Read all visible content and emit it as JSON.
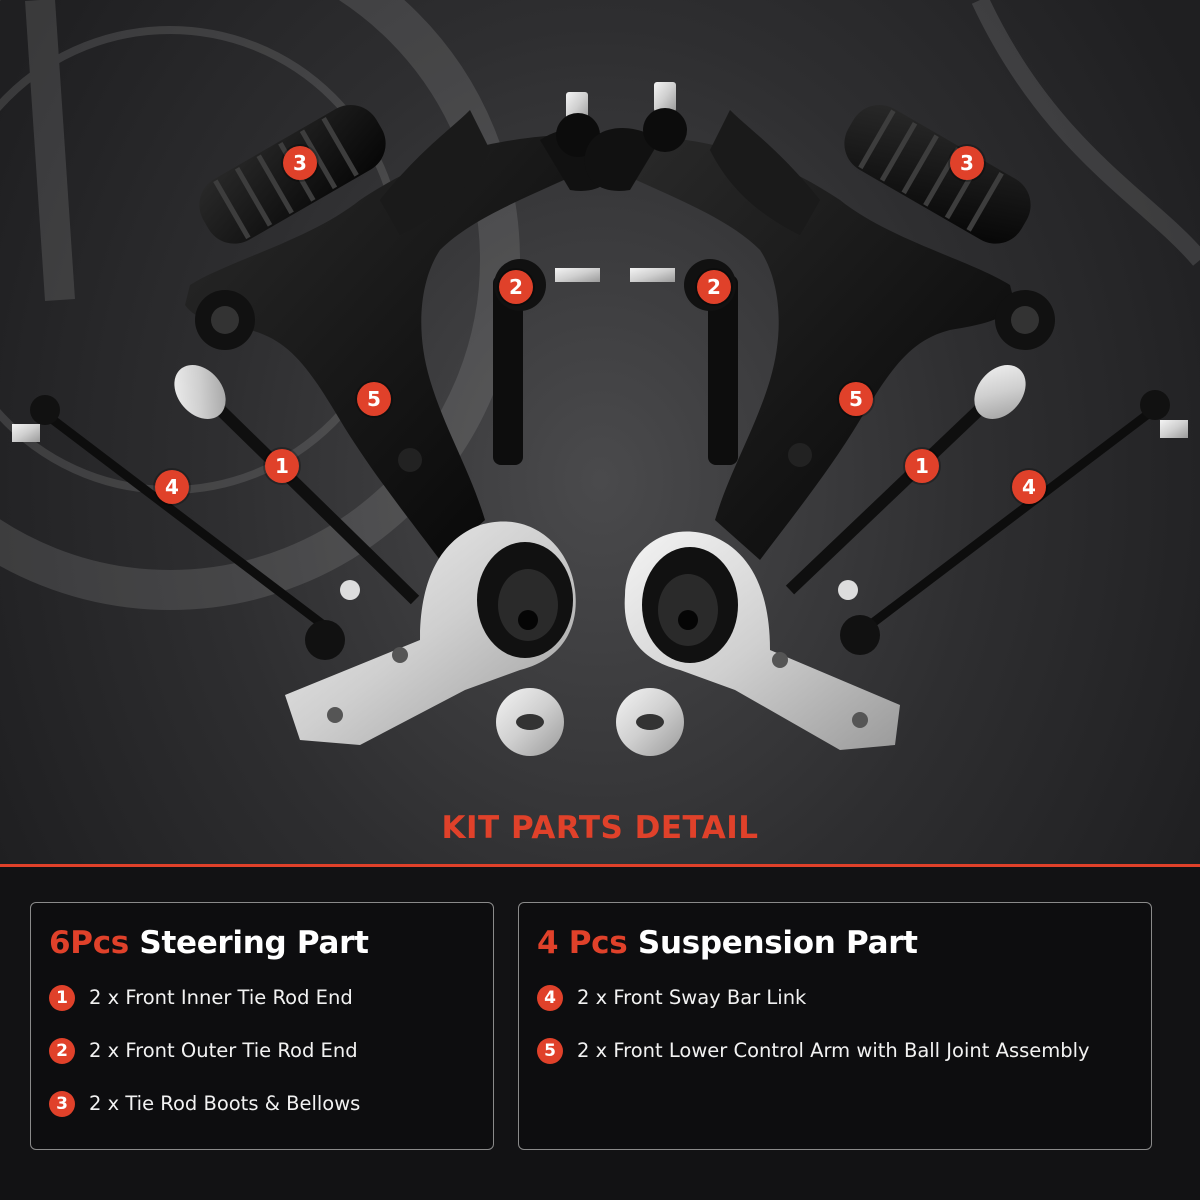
{
  "section_title": "KIT PARTS DETAIL",
  "photo_badges": [
    "3",
    "3",
    "2",
    "2",
    "5",
    "5",
    "1",
    "1",
    "4",
    "4"
  ],
  "panels": {
    "steering": {
      "count": "6Pcs",
      "name": "Steering Part",
      "items": [
        {
          "num": "1",
          "text": "2 x Front Inner Tie Rod End"
        },
        {
          "num": "2",
          "text": "2 x Front Outer Tie Rod End"
        },
        {
          "num": "3",
          "text": "2 x Tie Rod Boots & Bellows"
        }
      ]
    },
    "suspension": {
      "count": "4 Pcs",
      "name": "Suspension Part",
      "items": [
        {
          "num": "4",
          "text": "2 x Front Sway Bar Link"
        },
        {
          "num": "5",
          "text": "2 x Front Lower Control Arm with Ball Joint Assembly"
        }
      ]
    }
  },
  "colors": {
    "accent": "#e0412a",
    "background": "#1d1d1f",
    "panel_border": "#8a8a8a"
  }
}
